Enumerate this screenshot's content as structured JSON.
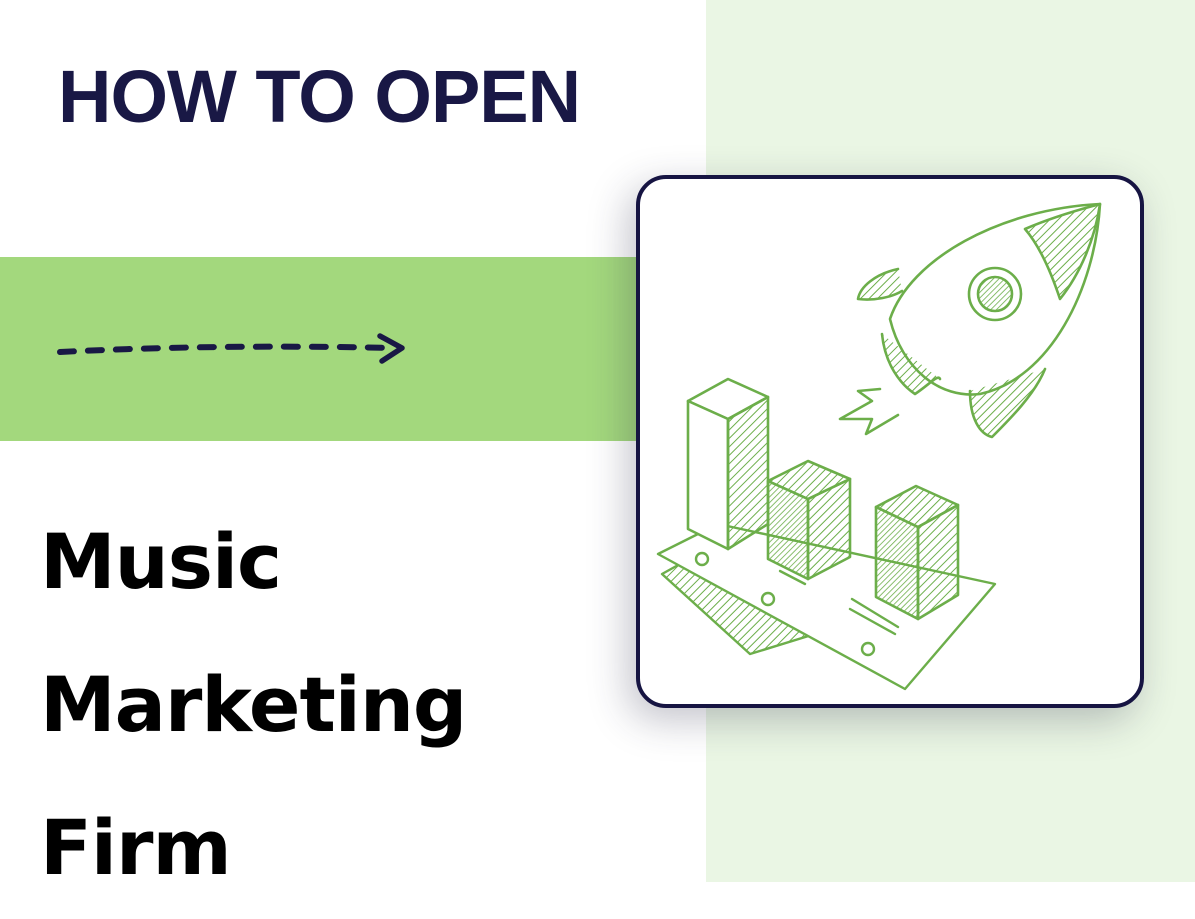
{
  "heading": "HOW TO OPEN",
  "subtitle": {
    "lines": [
      "Music",
      "Marketing",
      "Firm"
    ]
  },
  "illustration": {
    "icons": [
      "rocket-icon",
      "bar-chart-icon",
      "banknote-icon"
    ],
    "stroke_color": "#6cae4a",
    "fill_color": "#a3d87d"
  },
  "colors": {
    "navy": "#191845",
    "band_green": "#a3d87d",
    "panel_green": "#eaf6e4",
    "card_border": "#161442"
  }
}
